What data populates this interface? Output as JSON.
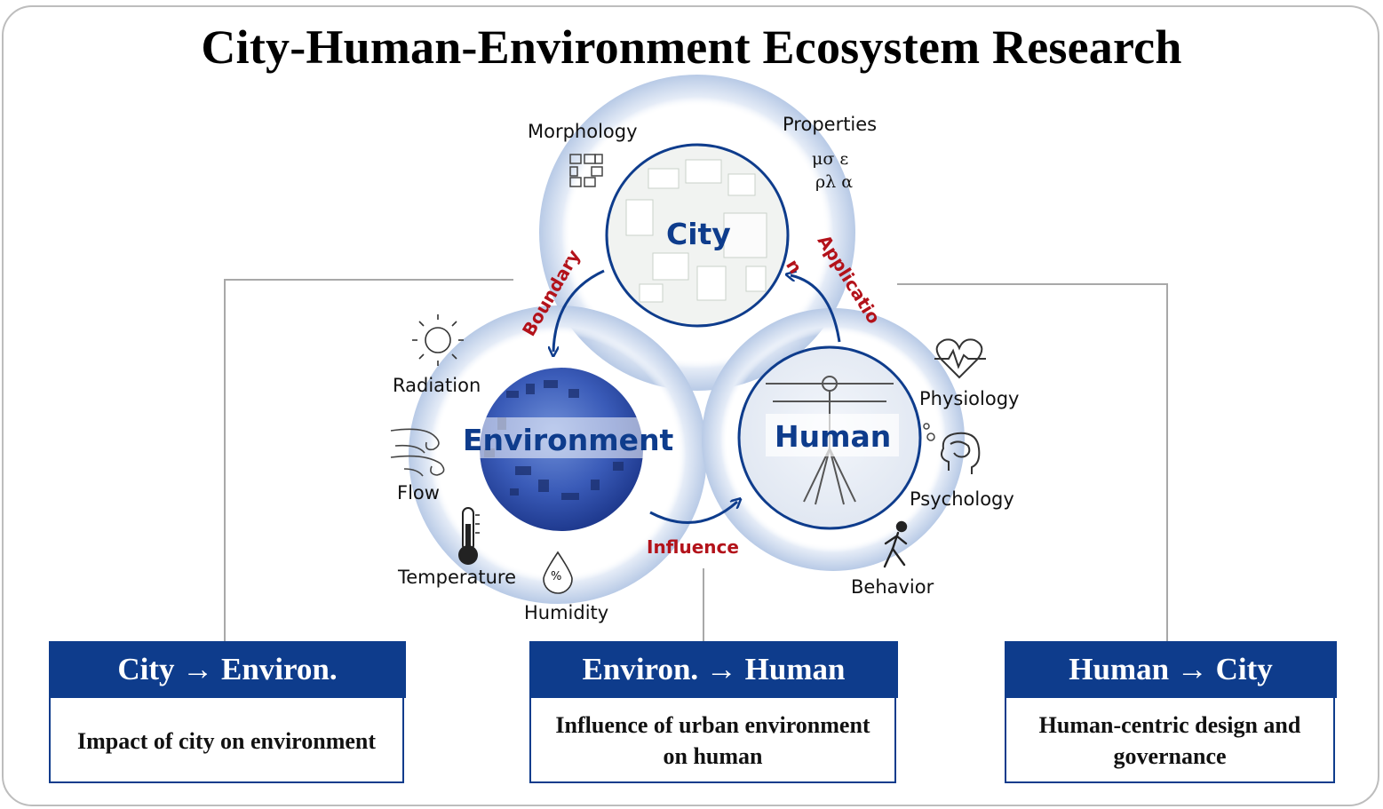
{
  "title": "City-Human-Environment Ecosystem Research",
  "nodes": {
    "city": "City",
    "environment": "Environment",
    "human": "Human"
  },
  "arrows": {
    "city_to_env": "Boundary",
    "human_to_city_line1": "Applicatio",
    "human_to_city_line2": "n",
    "env_to_human": "Influence"
  },
  "city_aspects": {
    "morphology": "Morphology",
    "properties": "Properties",
    "properties_symbols_top": "μσ ε",
    "properties_symbols_bottom": "ρλ α"
  },
  "environment_aspects": {
    "radiation": "Radiation",
    "flow": "Flow",
    "temperature": "Temperature",
    "humidity": "Humidity",
    "humidity_symbol": "%"
  },
  "human_aspects": {
    "physiology": "Physiology",
    "psychology": "Psychology",
    "behavior": "Behavior"
  },
  "boxes": [
    {
      "heading": "City → Environ.",
      "body": "Impact of city on environment"
    },
    {
      "heading": "Environ. → Human",
      "body": "Influence of urban environment on human"
    },
    {
      "heading": "Human → City",
      "body": "Human-centric design and governance"
    }
  ],
  "colors": {
    "navy": "#0e3c8c",
    "arrow_red": "#b3121a",
    "ring_blue": "#b9cbe6",
    "connector_gray": "#a8a8a8"
  }
}
